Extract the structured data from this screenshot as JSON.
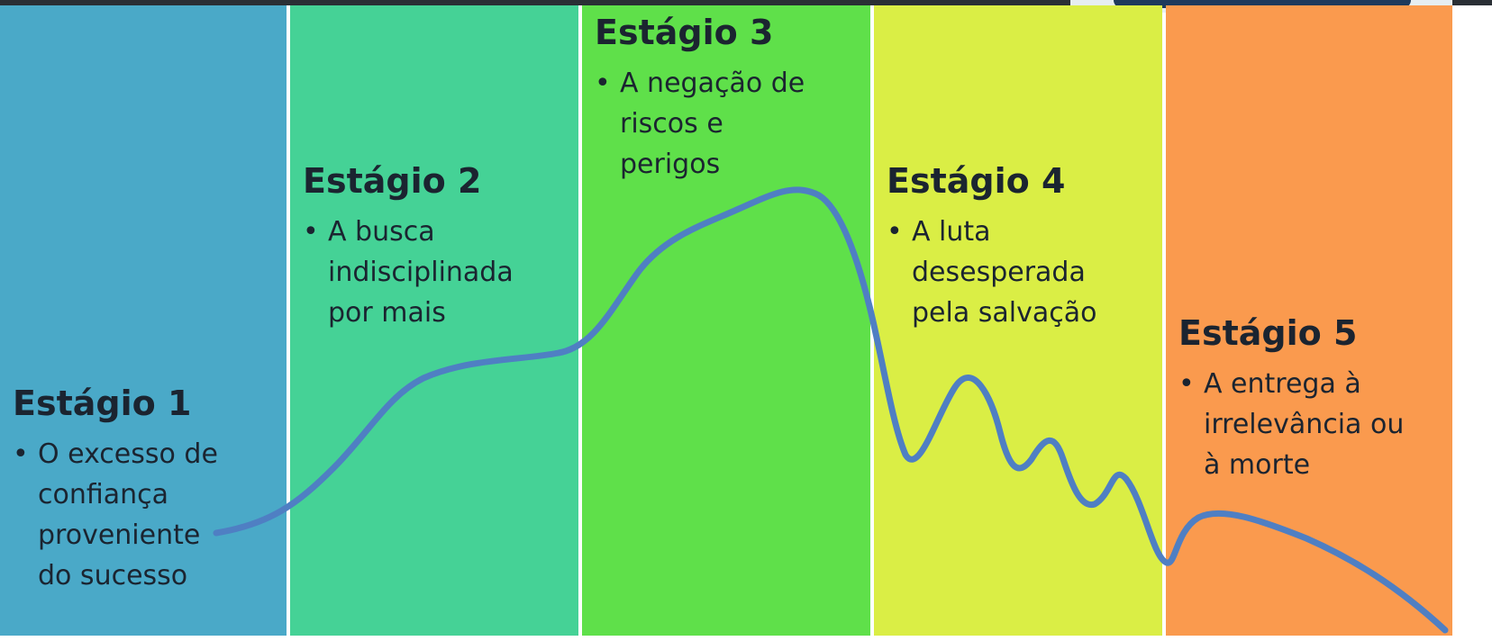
{
  "stages": [
    {
      "title": "Estágio 1",
      "bullet": "O excesso de\nconfiança\nproveniente\ndo sucesso",
      "color": "#4aa9c8"
    },
    {
      "title": "Estágio 2",
      "bullet": "A busca\nindisciplinada\npor mais",
      "color": "#45d296"
    },
    {
      "title": "Estágio 3",
      "bullet": "A negação de\nriscos e\nperigos",
      "color": "#5fe04a"
    },
    {
      "title": "Estágio 4",
      "bullet": "A luta\ndesesperada\npela salvação",
      "color": "#daee45"
    },
    {
      "title": "Estágio 5",
      "bullet": "A entrega à\nirrelevância ou\nà morte",
      "color": "#fa9a4e"
    }
  ],
  "curve_color": "#4f7fc3"
}
